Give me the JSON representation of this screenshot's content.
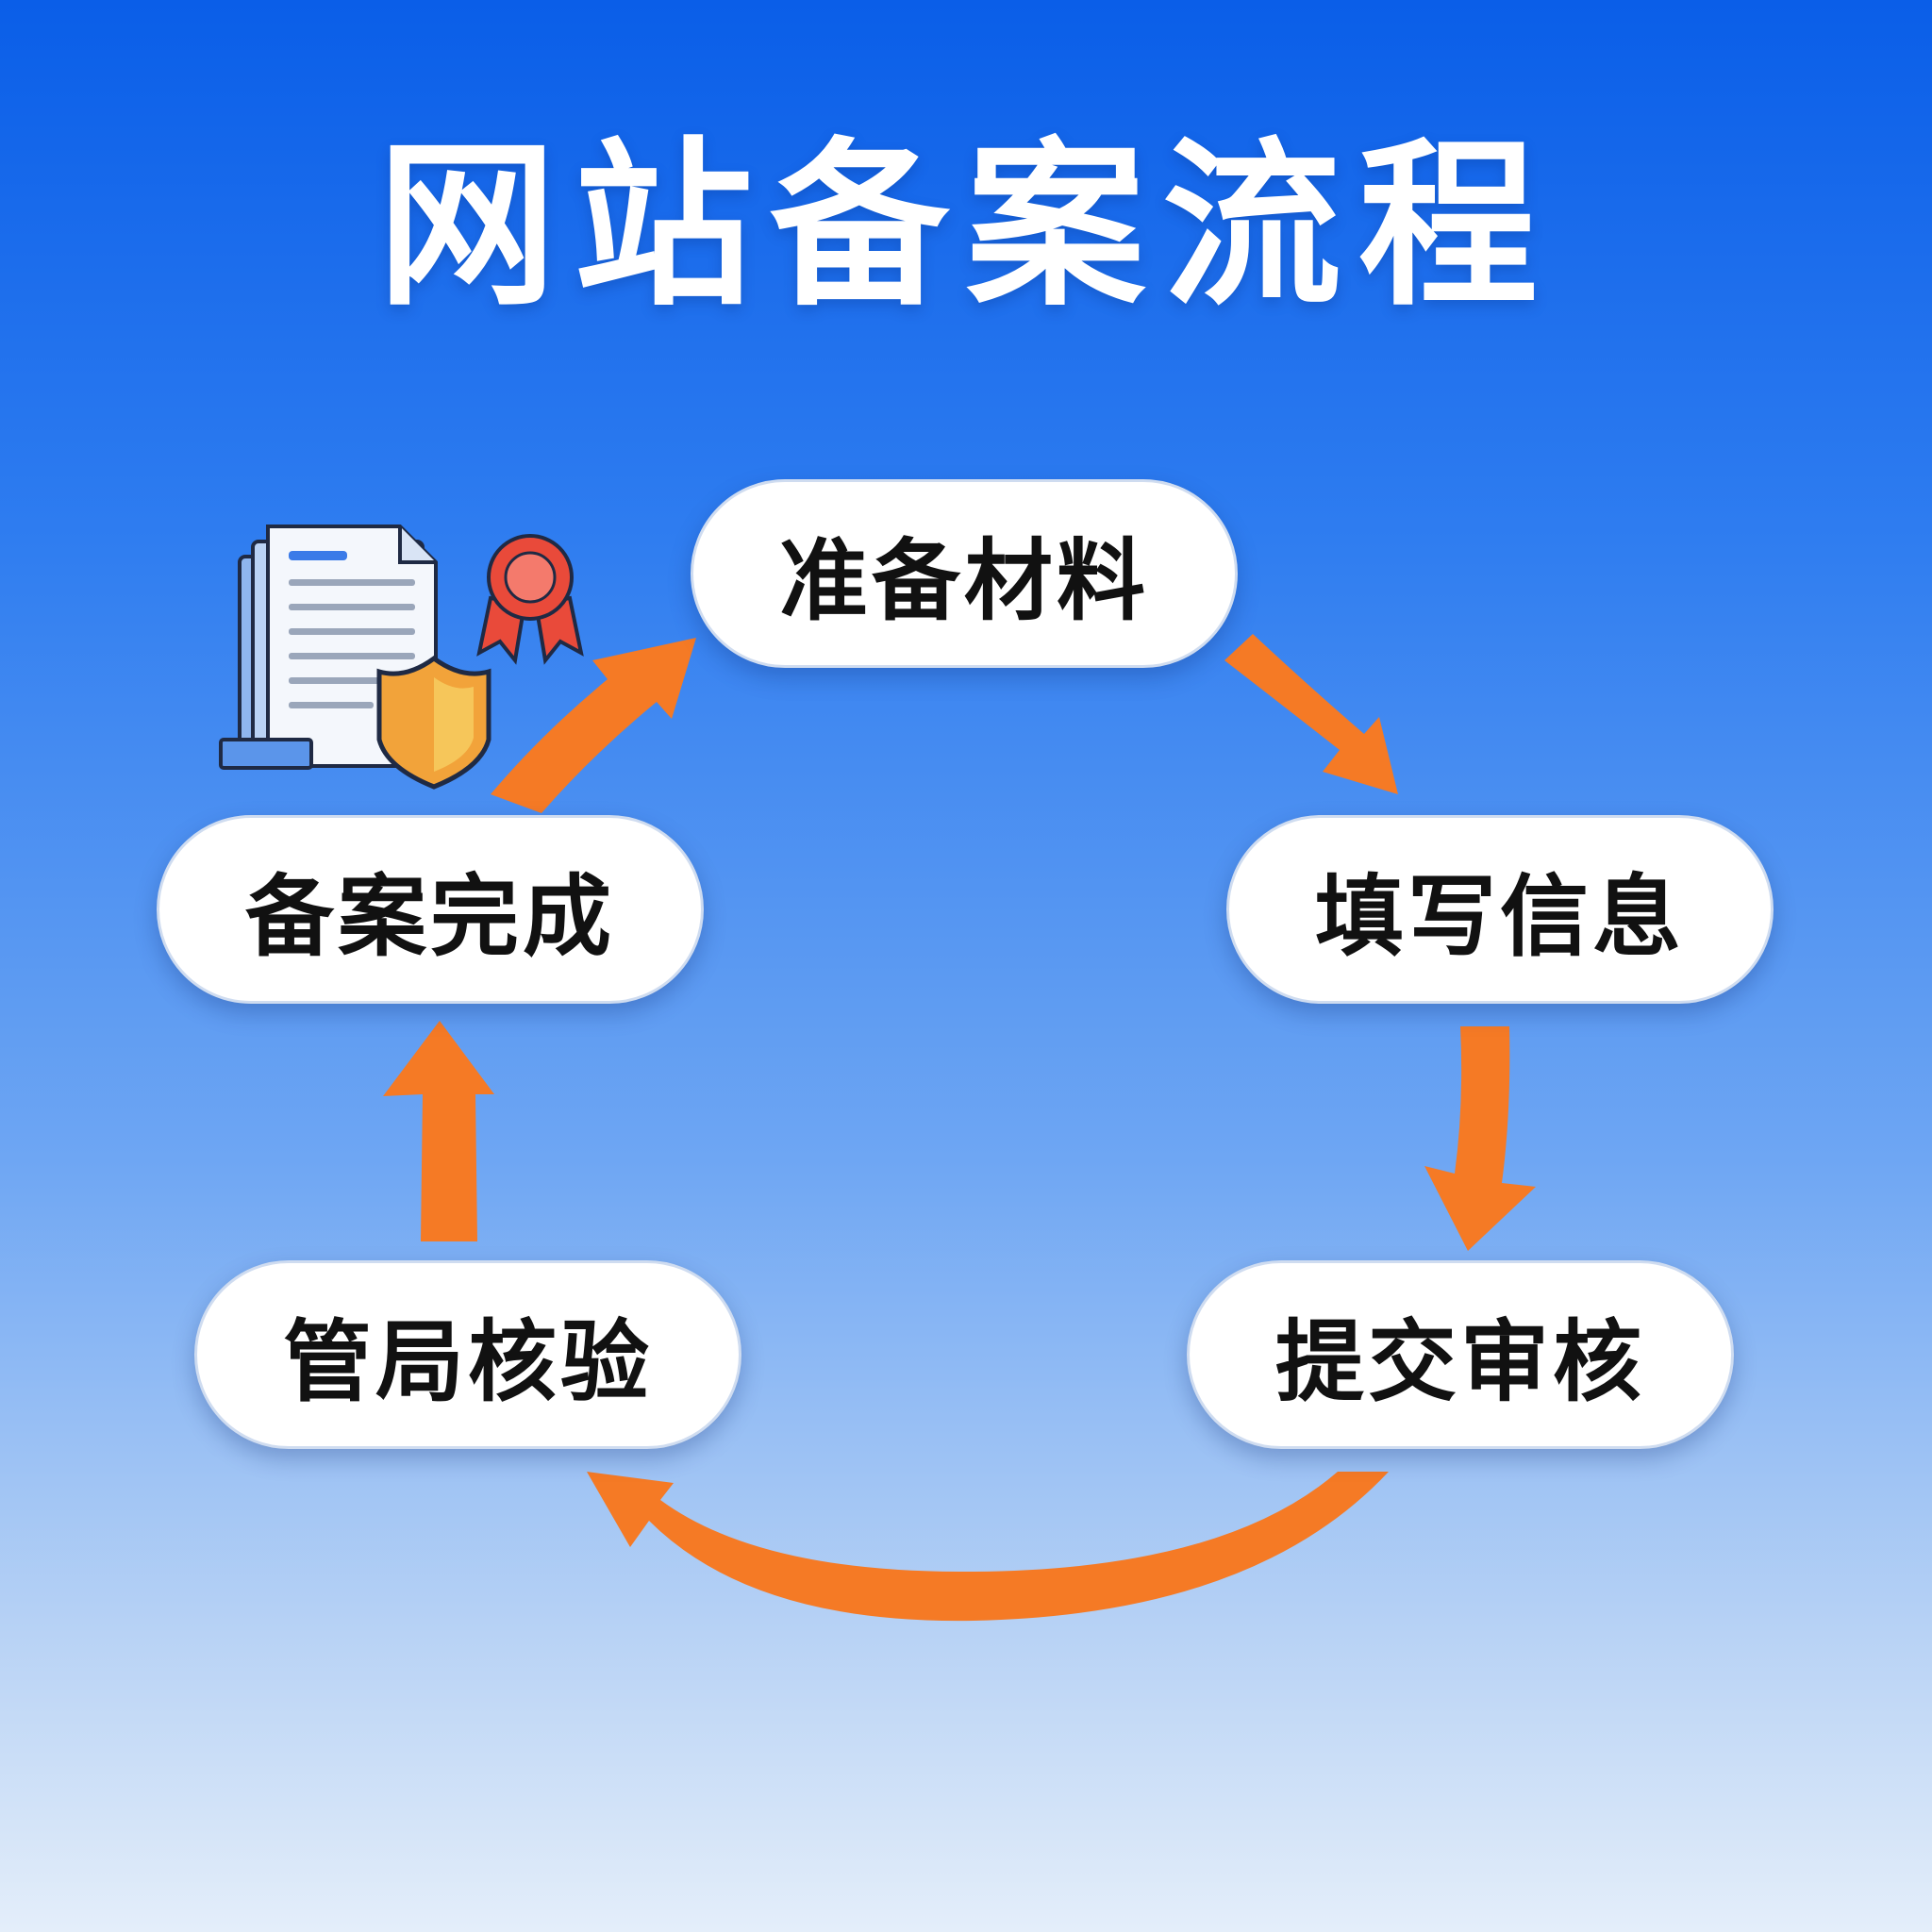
{
  "title": "网站备案流程",
  "steps": [
    {
      "label": "准备材料"
    },
    {
      "label": "填写信息"
    },
    {
      "label": "提交审核"
    },
    {
      "label": "管局核验"
    },
    {
      "label": "备案完成"
    }
  ],
  "colors": {
    "arrow": "#f57a25",
    "pill_bg": "#ffffff",
    "title_text": "#ffffff",
    "step_text": "#111111"
  },
  "icons": [
    "document-stack-icon",
    "award-ribbon-icon",
    "security-shield-icon"
  ]
}
